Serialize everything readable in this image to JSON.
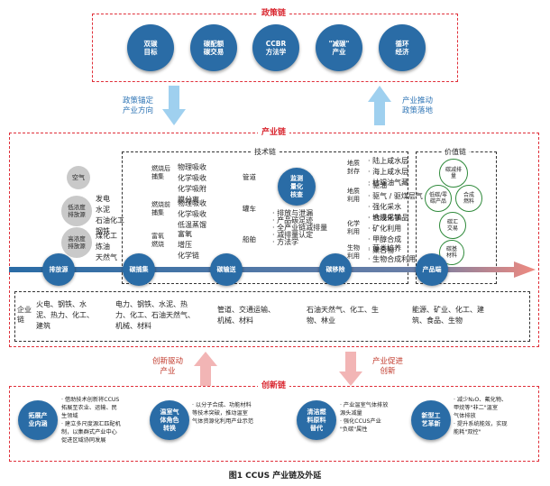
{
  "policy": {
    "title": "政策链",
    "items": [
      {
        "label": "双碳\n目标"
      },
      {
        "label": "碳配额\n碳交易"
      },
      {
        "label": "CCBR\n方法学"
      },
      {
        "label": "\"减碳\"\n产业"
      },
      {
        "label": "循环\n经济"
      }
    ]
  },
  "arrows": {
    "policy_down": "政策锚定\n产业方向",
    "industry_up": "产业推动\n政策落地",
    "innovation_up": "创新驱动\n产业",
    "industry_down": "产业促进\n创新"
  },
  "industry": {
    "title": "产业链",
    "tech_title": "技术链",
    "value_title": "价值链",
    "nodes": [
      "排放源",
      "碳捕集",
      "碳输送",
      "碳移除",
      "产品端"
    ],
    "emission_circles": [
      "空气",
      "低浓度\n排放源",
      "高浓度\n排放源"
    ],
    "emission_low_list": "发电\n水泥\n石油化工\n钢铁",
    "emission_high_list": "煤化工\n炼油\n天然气",
    "capture_groups": [
      {
        "name": "燃烧后\n捕集",
        "items": "物理吸收\n化学吸收\n化学吸附\n膜分离"
      },
      {
        "name": "燃烧前\n捕集",
        "items": "物理吸收\n化学吸收\n低温蒸馏"
      },
      {
        "name": "富氧\n燃烧",
        "items": "富氧\n增压\n化学链"
      }
    ],
    "transport_modes": [
      "管道",
      "罐车",
      "船舶"
    ],
    "monitor_label": "监测\n量化\n核查",
    "monitor_items": "· 排放与泄漏\n· 产品碳足迹\n· 全产业链减排量\n· 减排量认定\n· 方法学",
    "removal_groups": [
      {
        "name": "地质\n封存",
        "items": "· 陆上咸水层\n· 海上咸水层\n· 枯竭油气藏"
      },
      {
        "name": "地质\n利用",
        "items": "· 驱油\n· 驱气 / 驱煤层气\n· 强化采水\n· 地浸采铀"
      },
      {
        "name": "化学\n利用",
        "items": "· 合成化学品\n· 矿化利用\n· 甲醇合成\n· 聚合物"
      },
      {
        "name": "生物\n利用",
        "items": "· 藻类培养\n· 生物合成利用"
      }
    ],
    "value_circles": [
      "碳减排\n量",
      "低碳/零\n碳产品",
      "合成\n燃料",
      "碳汇\n交易",
      "碳基\n材料"
    ],
    "enterprise_label": "企业\n链",
    "enterprise_cols": [
      "火电、钢铁、水\n泥、热力、化工、\n建筑",
      "电力、钢铁、水泥、热\n力、化工、石油天然气、\n机械、材料",
      "管道、交通运输、\n机械、材料",
      "石油天然气、化工、生\n物、林业",
      "能源、矿业、化工、建\n筑、食品、生物"
    ]
  },
  "innovation": {
    "title": "创新链",
    "items": [
      {
        "label": "拓展产\n业内涵",
        "text": "· 借助技术创新将CCUS\n  拓展至农业、运输、民\n  生领域\n· 建立多尺度源汇匹配机\n  制，以集群式产业中心\n  促进区域协同发展"
      },
      {
        "label": "温室气\n体角色\n转换",
        "text": "· 以分子合成、功能材料\n  等技术突破，推动温室\n  气体资源化利用产业示范"
      },
      {
        "label": "清洁燃\n料原料\n替代",
        "text": "· 产业温室气体排放\n  源头减量\n· 强化CCUS产业\n  \"负碳\"属性"
      },
      {
        "label": "新型工\n艺革新",
        "text": "· 减少N₂O、氟化物、\n  甲烷等\"非二\"温室\n  气体排放\n· 提升系统能效，实现\n  能耗\"双控\""
      }
    ]
  },
  "caption": "图1   CCUS 产业链及外延",
  "colors": {
    "red": "#e0303a",
    "blue": "#2a6ca6",
    "green": "#2f8a3b",
    "arrow_blue": "#9fd0ef",
    "arrow_pink": "#f2b5b5"
  }
}
